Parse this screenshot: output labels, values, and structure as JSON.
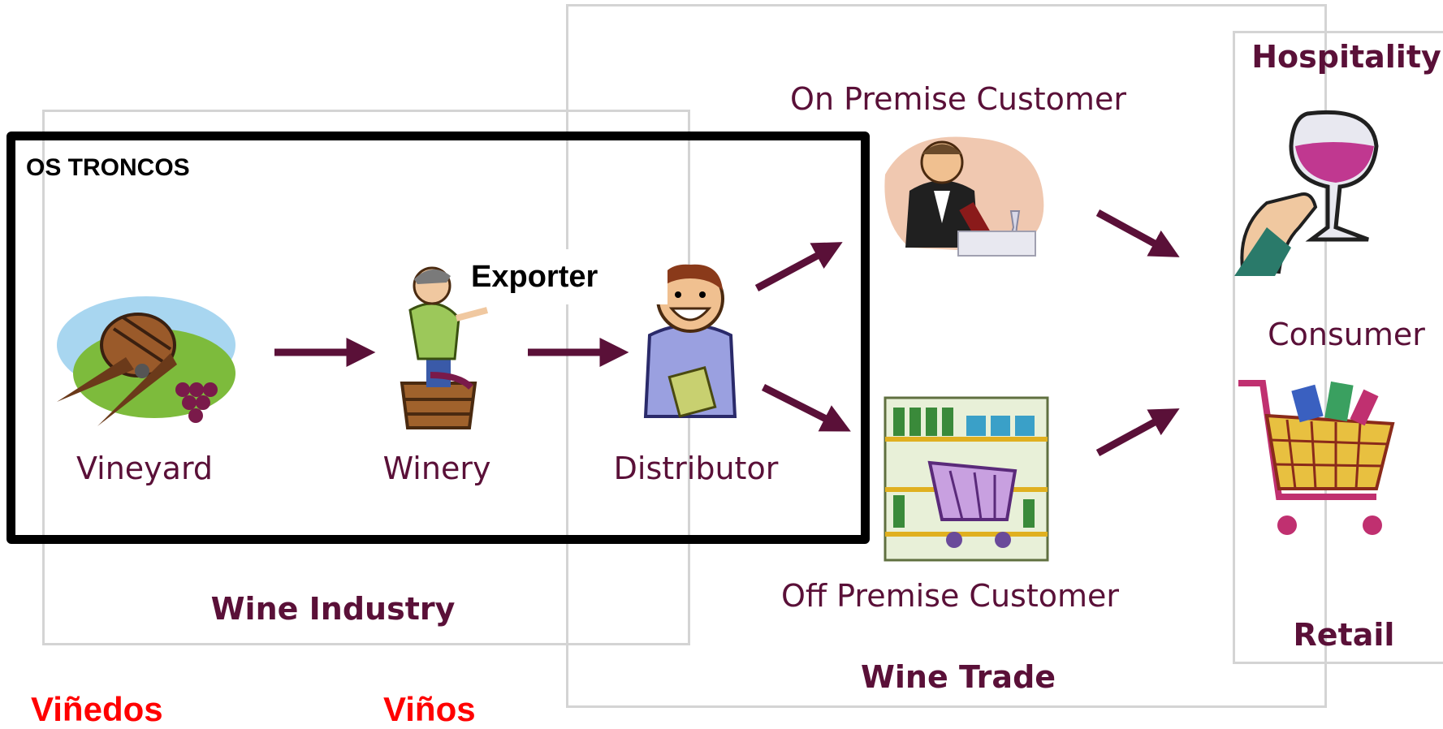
{
  "groups": {
    "industry": "Wine Industry",
    "trade": "Wine Trade",
    "hospitality": "Hospitality",
    "retail": "Retail",
    "consumer": "Consumer",
    "company": "OS TRONCOS",
    "exporter": "Exporter"
  },
  "nodes": {
    "vineyard": "Vineyard",
    "winery": "Winery",
    "distributor": "Distributor",
    "on_premise": "On Premise Customer",
    "off_premise": "Off Premise Customer"
  },
  "captions": {
    "vinedos": "Viñedos",
    "vinos": "Viños"
  },
  "colors": {
    "label": "#5a1038",
    "arrow": "#5a1038",
    "caption": "#ff0000",
    "box_border": "#d4d4d4",
    "highlight_border": "#000000"
  }
}
